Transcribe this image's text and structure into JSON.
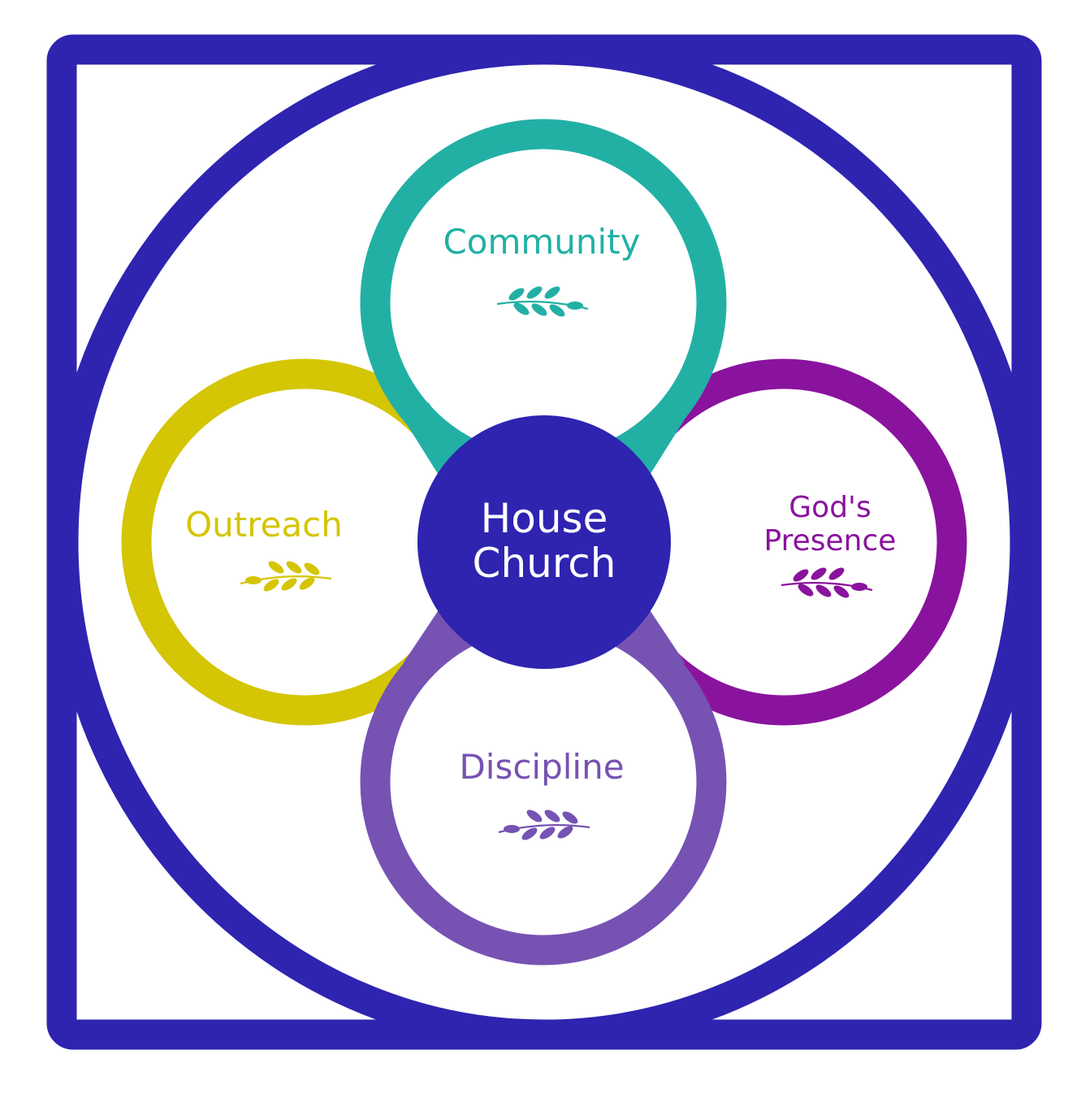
{
  "diagram": {
    "center": {
      "line1": "House",
      "line2": "Church"
    },
    "petals": {
      "community": {
        "label": "Community"
      },
      "outreach": {
        "label": "Outreach"
      },
      "presence": {
        "line1": "God's",
        "line2": "Presence"
      },
      "discipline": {
        "label": "Discipline"
      }
    }
  },
  "colors": {
    "frame": "#2E24B0",
    "center_fill": "#2E24B0",
    "center_text": "#FFFFFF",
    "community": "#22B0A5",
    "outreach": "#D4C505",
    "presence": "#8A139E",
    "discipline": "#7652B3"
  },
  "icons": {
    "community": "leaf-branch-icon",
    "outreach": "leaf-branch-icon",
    "presence": "leaf-branch-icon",
    "discipline": "leaf-branch-icon"
  }
}
